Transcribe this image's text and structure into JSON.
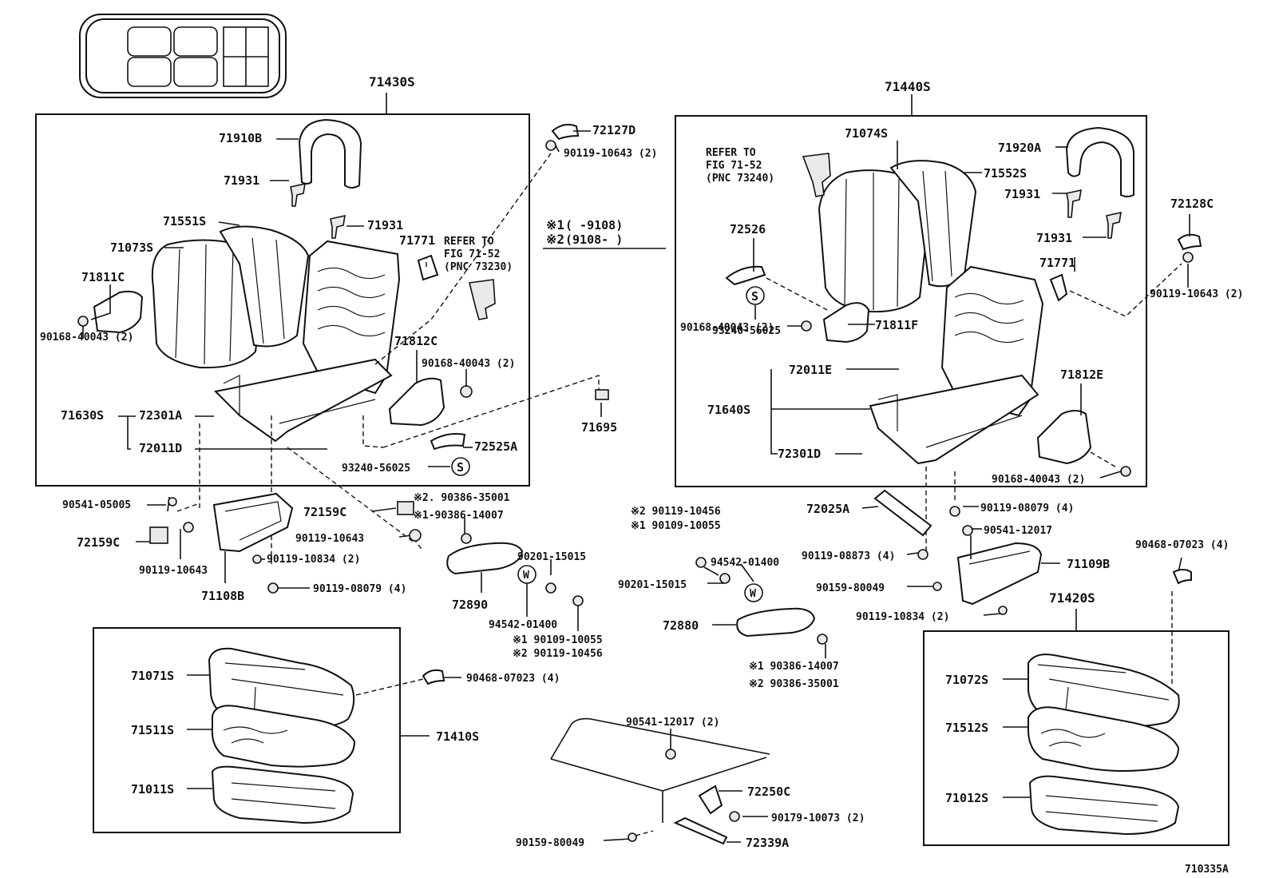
{
  "figure_id": "710335A",
  "assemblies": {
    "left_seat": "71430S",
    "right_seat": "71440S",
    "left_cushion": "71410S",
    "right_cushion": "71420S"
  },
  "notes": {
    "note1_mark": "※1",
    "note1_text": "(    -9108)",
    "note2_mark": "※2",
    "note2_text": "(9108-     )"
  },
  "refs": {
    "left": [
      "REFER TO",
      "FIG 71-52",
      "(PNC 73230)"
    ],
    "right": [
      "REFER TO",
      "FIG 71-52",
      "(PNC 73240)"
    ]
  },
  "labels": [
    {
      "id": "71430S",
      "text": "71430S"
    },
    {
      "id": "71910B",
      "text": "71910B"
    },
    {
      "id": "71931a",
      "text": "71931"
    },
    {
      "id": "71931b",
      "text": "71931"
    },
    {
      "id": "71551S",
      "text": "71551S"
    },
    {
      "id": "71073S",
      "text": "71073S"
    },
    {
      "id": "71811C",
      "text": "71811C"
    },
    {
      "id": "90168a",
      "text": "90168-40043 (2)"
    },
    {
      "id": "71771a",
      "text": "71771"
    },
    {
      "id": "71812C",
      "text": "71812C"
    },
    {
      "id": "90168b",
      "text": "90168-40043 (2)"
    },
    {
      "id": "71630S",
      "text": "71630S"
    },
    {
      "id": "72301A",
      "text": "72301A"
    },
    {
      "id": "72011D",
      "text": "72011D"
    },
    {
      "id": "72525A",
      "text": "72525A"
    },
    {
      "id": "93240a",
      "text": "93240-56025"
    },
    {
      "id": "71695",
      "text": "71695"
    },
    {
      "id": "72127D",
      "text": "72127D"
    },
    {
      "id": "90119a",
      "text": "90119-10643 (2)"
    },
    {
      "id": "90541a",
      "text": "90541-05005"
    },
    {
      "id": "72159Ca",
      "text": "72159C"
    },
    {
      "id": "72159Cb",
      "text": "72159C"
    },
    {
      "id": "90119b",
      "text": "90119-10643"
    },
    {
      "id": "90119c",
      "text": "90119-10643"
    },
    {
      "id": "90119d",
      "text": "90119-10834 (2)"
    },
    {
      "id": "71108B",
      "text": "71108B"
    },
    {
      "id": "90119e",
      "text": "90119-08079 (4)"
    },
    {
      "id": "90386a",
      "text": "※2. 90386-35001"
    },
    {
      "id": "90386b",
      "text": "※1-90386-14007"
    },
    {
      "id": "72890",
      "text": "72890"
    },
    {
      "id": "90201a",
      "text": "90201-15015"
    },
    {
      "id": "94542a",
      "text": "94542-01400"
    },
    {
      "id": "90109a",
      "text": "※1 90109-10055"
    },
    {
      "id": "90119f",
      "text": "※2 90119-10456"
    },
    {
      "id": "71071S",
      "text": "71071S"
    },
    {
      "id": "71511S",
      "text": "71511S"
    },
    {
      "id": "71011S",
      "text": "71011S"
    },
    {
      "id": "71410S",
      "text": "71410S"
    },
    {
      "id": "90468a",
      "text": "90468-07023 (4)"
    },
    {
      "id": "71440S",
      "text": "71440S"
    },
    {
      "id": "71074S",
      "text": "71074S"
    },
    {
      "id": "71552S",
      "text": "71552S"
    },
    {
      "id": "71920A",
      "text": "71920A"
    },
    {
      "id": "71931c",
      "text": "71931"
    },
    {
      "id": "71931d",
      "text": "71931"
    },
    {
      "id": "72128C",
      "text": "72128C"
    },
    {
      "id": "90119g",
      "text": "90119-10643 (2)"
    },
    {
      "id": "72526",
      "text": "72526"
    },
    {
      "id": "71771b",
      "text": "71771"
    },
    {
      "id": "93240b",
      "text": "93240-56025"
    },
    {
      "id": "90168c",
      "text": "90168-40043 (2)"
    },
    {
      "id": "71811F",
      "text": "71811F"
    },
    {
      "id": "72011E",
      "text": "72011E"
    },
    {
      "id": "71812E",
      "text": "71812E"
    },
    {
      "id": "71640S",
      "text": "71640S"
    },
    {
      "id": "72301D",
      "text": "72301D"
    },
    {
      "id": "90168d",
      "text": "90168-40043 (2)"
    },
    {
      "id": "72025A",
      "text": "72025A"
    },
    {
      "id": "90119h",
      "text": "90119-08079 (4)"
    },
    {
      "id": "90541b",
      "text": "90541-12017"
    },
    {
      "id": "90119i",
      "text": "90119-08873 (4)"
    },
    {
      "id": "71109B",
      "text": "71109B"
    },
    {
      "id": "90468b",
      "text": "90468-07023 (4)"
    },
    {
      "id": "90159a",
      "text": "90159-80049"
    },
    {
      "id": "90119j",
      "text": "90119-10834 (2)"
    },
    {
      "id": "71420S",
      "text": "71420S"
    },
    {
      "id": "90119k",
      "text": "※2  90119-10456"
    },
    {
      "id": "90109b",
      "text": "※1  90109-10055"
    },
    {
      "id": "94542b",
      "text": "94542-01400"
    },
    {
      "id": "90201b",
      "text": "90201-15015"
    },
    {
      "id": "72880",
      "text": "72880"
    },
    {
      "id": "90386c",
      "text": "※1   90386-14007"
    },
    {
      "id": "90386d",
      "text": "※2   90386-35001"
    },
    {
      "id": "71072S",
      "text": "71072S"
    },
    {
      "id": "71512S",
      "text": "71512S"
    },
    {
      "id": "71012S",
      "text": "71012S"
    },
    {
      "id": "90541c",
      "text": "90541-12017 (2)"
    },
    {
      "id": "72250C",
      "text": "72250C"
    },
    {
      "id": "90179a",
      "text": "90179-10073 (2)"
    },
    {
      "id": "90159b",
      "text": "90159-80049"
    },
    {
      "id": "72339A",
      "text": "72339A"
    },
    {
      "id": "fig",
      "text": "710335A"
    }
  ],
  "symbols": {
    "s": "S",
    "w": "W"
  }
}
